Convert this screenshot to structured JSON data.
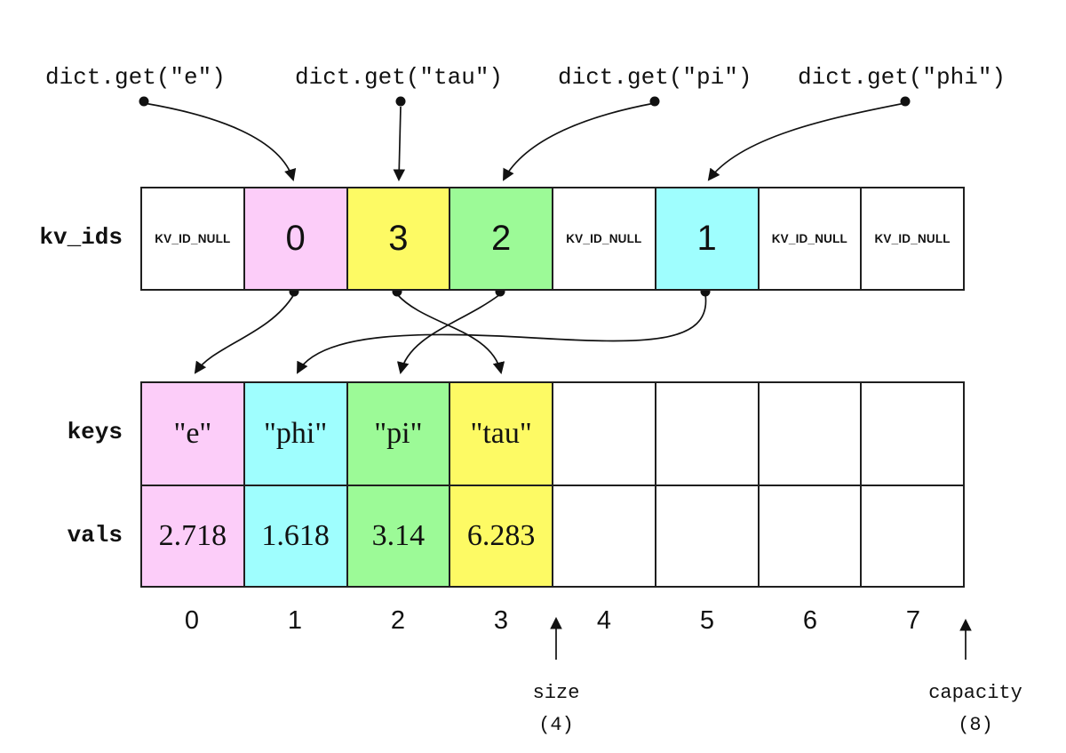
{
  "queries": [
    {
      "label": "dict.get(\"e\")"
    },
    {
      "label": "dict.get(\"tau\")"
    },
    {
      "label": "dict.get(\"pi\")"
    },
    {
      "label": "dict.get(\"phi\")"
    }
  ],
  "kv_ids": {
    "label": "kv_ids",
    "cells": [
      {
        "text": "KV_ID_NULL",
        "bg": "#ffffff"
      },
      {
        "text": "0",
        "bg": "#fccdf9"
      },
      {
        "text": "3",
        "bg": "#fdfa64"
      },
      {
        "text": "2",
        "bg": "#9cfa97"
      },
      {
        "text": "KV_ID_NULL",
        "bg": "#ffffff"
      },
      {
        "text": "1",
        "bg": "#9ffefe"
      },
      {
        "text": "KV_ID_NULL",
        "bg": "#ffffff"
      },
      {
        "text": "KV_ID_NULL",
        "bg": "#ffffff"
      }
    ]
  },
  "keys": {
    "label": "keys",
    "cells": [
      {
        "text": "\"e\"",
        "bg": "#fccdf9"
      },
      {
        "text": "\"phi\"",
        "bg": "#9ffefe"
      },
      {
        "text": "\"pi\"",
        "bg": "#9cfa97"
      },
      {
        "text": "\"tau\"",
        "bg": "#fdfa64"
      },
      {
        "text": "",
        "bg": "#ffffff"
      },
      {
        "text": "",
        "bg": "#ffffff"
      },
      {
        "text": "",
        "bg": "#ffffff"
      },
      {
        "text": "",
        "bg": "#ffffff"
      }
    ]
  },
  "vals": {
    "label": "vals",
    "cells": [
      {
        "text": "2.718",
        "bg": "#fccdf9"
      },
      {
        "text": "1.618",
        "bg": "#9ffefe"
      },
      {
        "text": "3.14",
        "bg": "#9cfa97"
      },
      {
        "text": "6.283",
        "bg": "#fdfa64"
      },
      {
        "text": "",
        "bg": "#ffffff"
      },
      {
        "text": "",
        "bg": "#ffffff"
      },
      {
        "text": "",
        "bg": "#ffffff"
      },
      {
        "text": "",
        "bg": "#ffffff"
      }
    ]
  },
  "indices": [
    "0",
    "1",
    "2",
    "3",
    "4",
    "5",
    "6",
    "7"
  ],
  "annotations": {
    "size_label": "size",
    "size_value": "(4)",
    "capacity_label": "capacity",
    "capacity_value": "(8)"
  },
  "colors": {
    "pink": "#fccdf9",
    "cyan": "#9ffefe",
    "green": "#9cfa97",
    "yellow": "#fdfa64",
    "line": "#111111"
  }
}
